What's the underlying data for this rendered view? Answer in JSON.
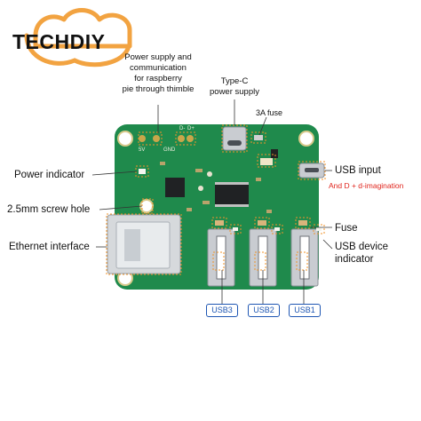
{
  "brand": {
    "name": "TECHDIY"
  },
  "annotations": {
    "power_comm": "Power supply and communication for raspberry pie through thimble",
    "power_comm_lines": [
      "Power supply and",
      "communication",
      "for raspberry",
      "pie through thimble"
    ],
    "typec": [
      "Type-C",
      "power supply"
    ],
    "fuse_3a": "3A fuse",
    "power_indicator": "Power indicator",
    "screw_hole": "2.5mm screw hole",
    "ethernet": "Ethernet interface",
    "usb_input": "USB input",
    "usb_input_note": "And D + d-imagination",
    "fuse": "Fuse",
    "usb_device_indicator": [
      "USB device",
      "indicator"
    ]
  },
  "usb_ports": [
    {
      "label": "USB3"
    },
    {
      "label": "USB2"
    },
    {
      "label": "USB1"
    }
  ],
  "board_silkscreen": {
    "pin_5v": "5V",
    "pin_gnd": "GND",
    "pin_dm": "D-",
    "pin_dp": "D+"
  },
  "colors": {
    "pcb": "#1f8a4c",
    "pcb_dark": "#17663a",
    "brand_orange": "#f2a341",
    "usb_blue": "#1e56b3",
    "red_note": "#e0241c"
  }
}
